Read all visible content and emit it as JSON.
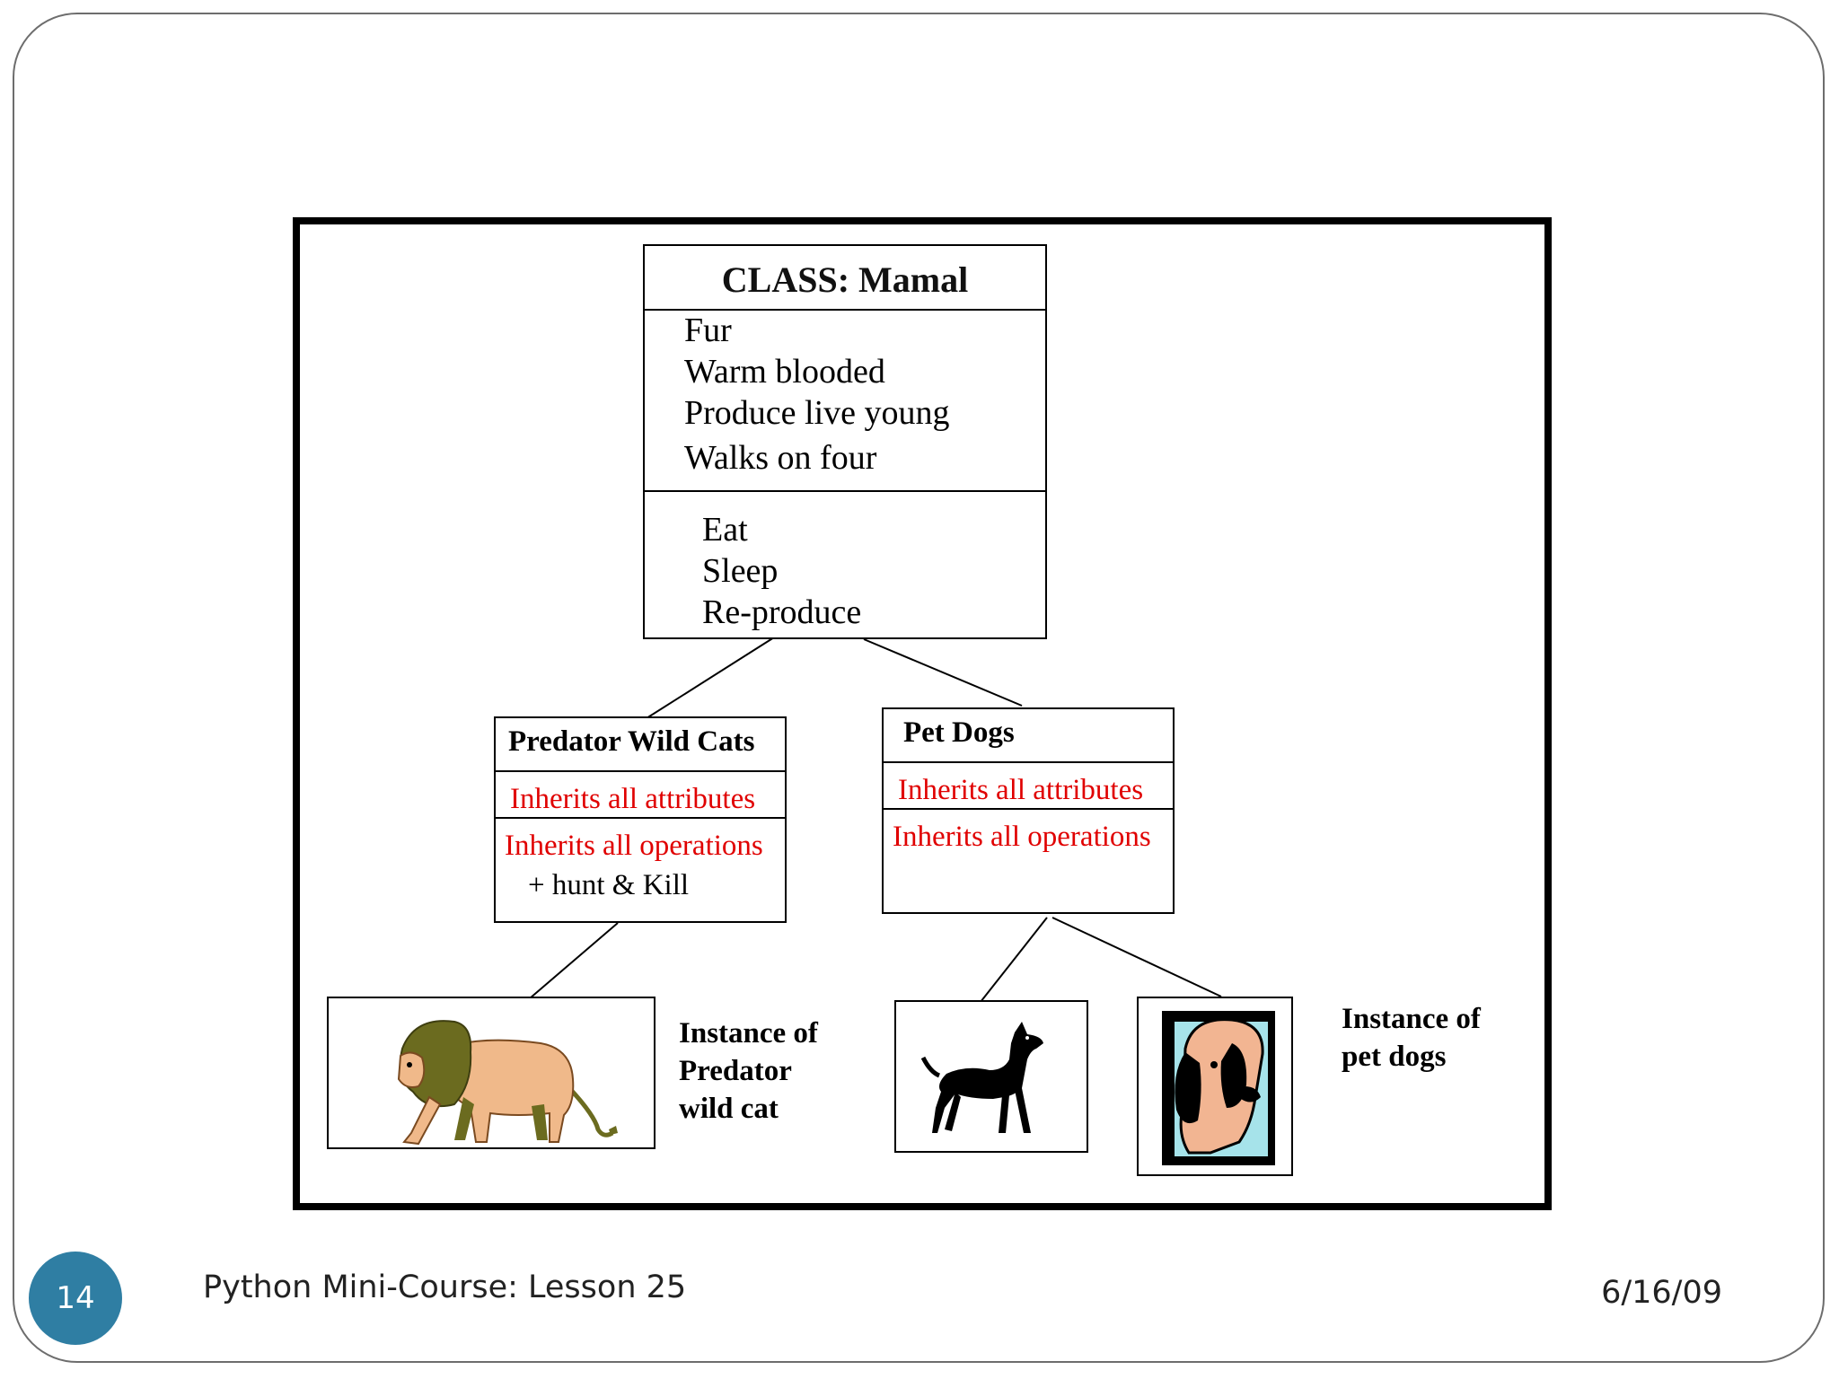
{
  "mamal_class": {
    "title": "CLASS: Mamal",
    "attributes": [
      "Fur",
      "Warm blooded",
      "Produce live young",
      "Walks on four"
    ],
    "operations": [
      "Eat",
      "Sleep",
      "Re-produce"
    ]
  },
  "wild_cats_class": {
    "title": "Predator Wild Cats",
    "inherited_attributes": "Inherits all attributes",
    "inherited_operations": "Inherits all operations",
    "extra_operation": "+   hunt & Kill"
  },
  "pet_dogs_class": {
    "title": "Pet Dogs",
    "inherited_attributes": "Inherits all attributes",
    "inherited_operations": "Inherits all operations"
  },
  "wild_cat_instance": {
    "image": "lion-icon",
    "label_lines": [
      "Instance of",
      "Predator",
      "wild cat"
    ]
  },
  "pet_dog_instances": {
    "images": [
      "doberman-icon",
      "spaniel-portrait-icon"
    ],
    "label_lines": [
      "Instance of",
      "pet dogs"
    ]
  },
  "footer": {
    "slide_number": "14",
    "course_title": "Python Mini-Course: Lesson 25",
    "date": "6/16/09"
  },
  "colors": {
    "slide_number_bg": "#2f7ea3",
    "inherited_text": "#e00000"
  }
}
